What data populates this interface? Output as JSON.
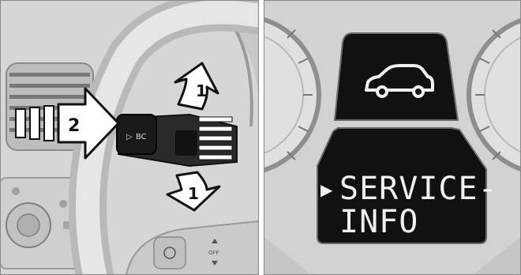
{
  "left_panel": {
    "arrow_push_label": "2",
    "arrow_up_label": "1",
    "arrow_down_label": "1",
    "button_label": "BC",
    "button_arrow_glyph": "▷",
    "lower_button_label": "OFF"
  },
  "right_panel": {
    "icon": "car-icon",
    "selection_marker": "▶",
    "display_line_1": "SERVICE-",
    "display_line_2": "INFO"
  },
  "colors": {
    "background_light": "#dcdcdc",
    "display_black": "#111111",
    "display_text": "#f0f0f0"
  }
}
